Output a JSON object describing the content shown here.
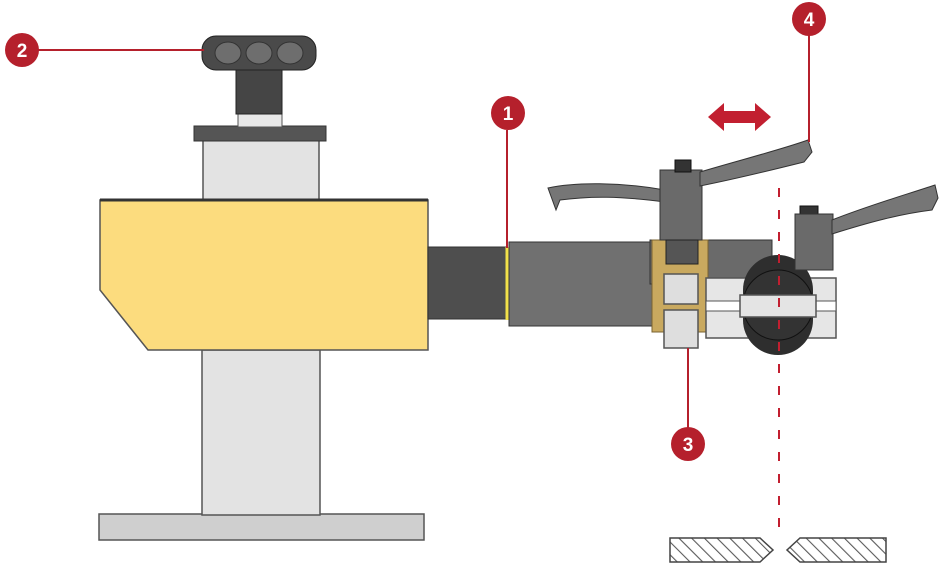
{
  "callouts": [
    {
      "id": "1",
      "label": "1"
    },
    {
      "id": "2",
      "label": "2"
    },
    {
      "id": "3",
      "label": "3"
    },
    {
      "id": "4",
      "label": "4"
    }
  ],
  "colors": {
    "callout": "#b5202c",
    "housing_yellow": "#fcdc7e",
    "column_gray": "#e3e3e3",
    "dark_gray": "#4e4e4e",
    "mid_gray": "#707070",
    "brass": "#c9a95f",
    "arrow_red": "#c21f30"
  },
  "icons": {
    "direction_arrow": "double-headed-arrow-icon",
    "workpiece": "hatched-workpiece-icon"
  }
}
